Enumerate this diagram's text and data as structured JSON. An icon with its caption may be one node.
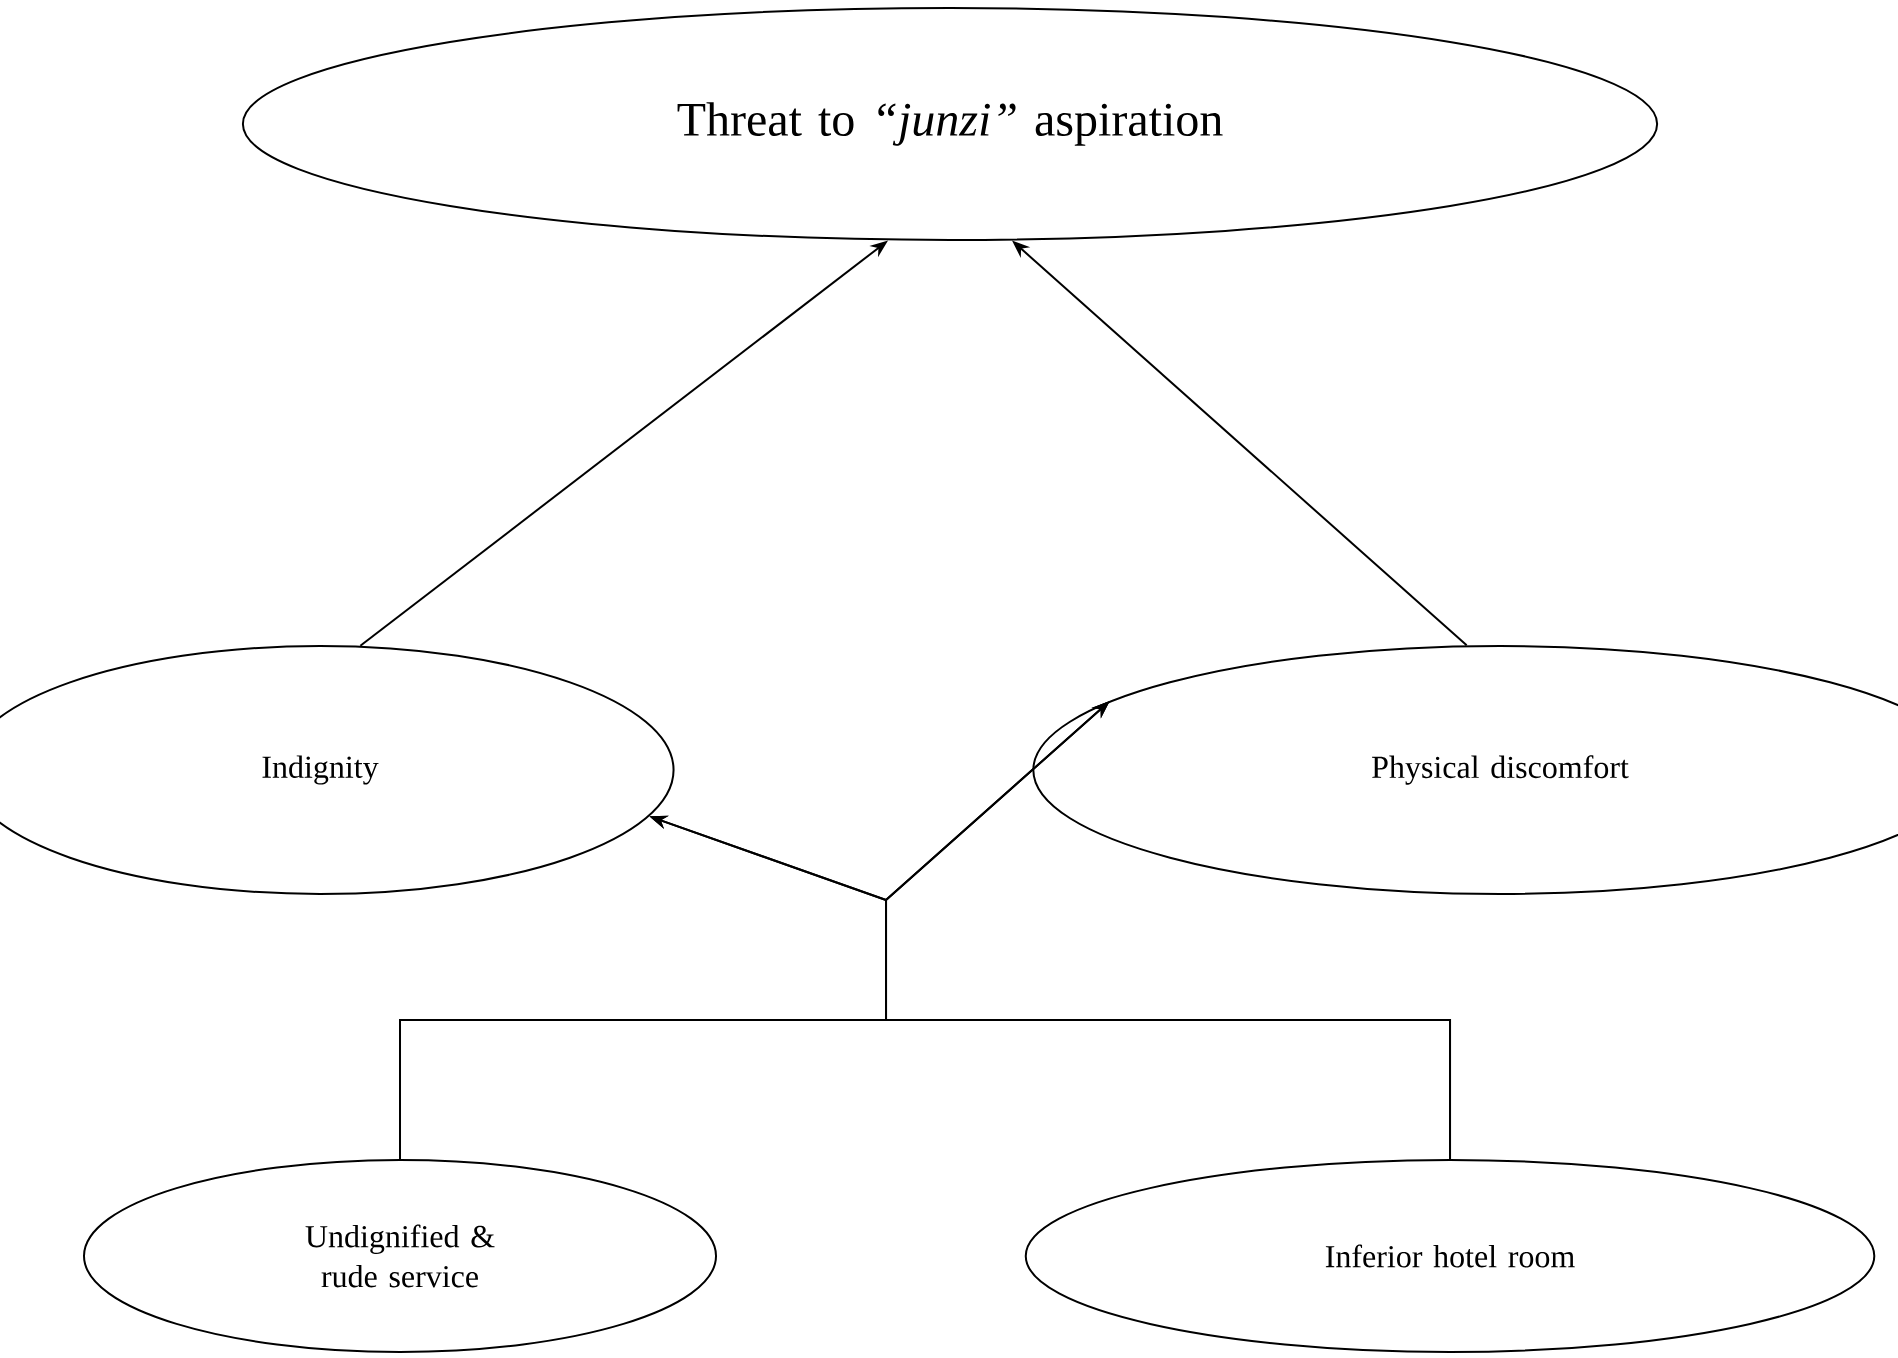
{
  "diagram": {
    "nodes": [
      {
        "text": [
          "Threat to *“junzi”* aspiration"
        ]
      },
      {
        "text": [
          "Indignity"
        ]
      },
      {
        "text": [
          "Physical discomfort"
        ]
      },
      {
        "text": [
          "Undignified & rude service"
        ]
      },
      {
        "text": [
          "Inferior hotel room"
        ]
      }
    ],
    "edges": [
      {
        "from": 1,
        "to": 0,
        "arrow": "to"
      },
      {
        "from": 2,
        "to": 0,
        "arrow": "to"
      },
      {
        "from": 3,
        "to": 1,
        "arrow": "to"
      },
      {
        "from": 4,
        "to": 1,
        "arrow": "to"
      },
      {
        "from": 3,
        "to": 2,
        "arrow": "to"
      },
      {
        "from": 4,
        "to": 2,
        "arrow": "to"
      }
    ]
  }
}
